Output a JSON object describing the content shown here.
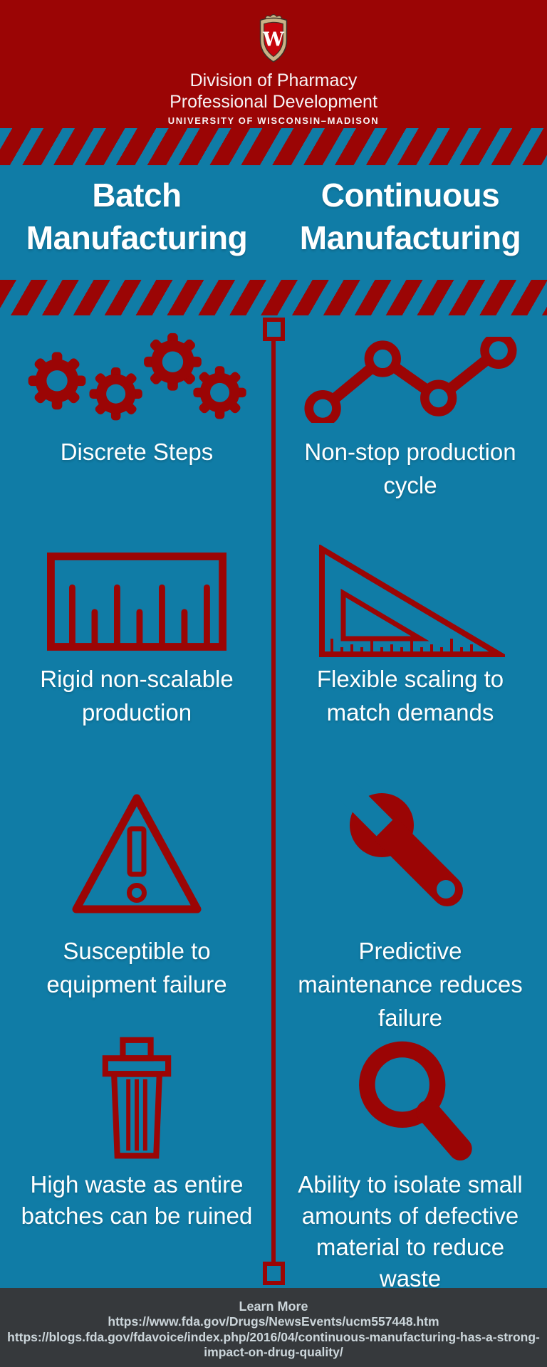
{
  "header": {
    "org_line1": "Division of Pharmacy",
    "org_line2": "Professional Development",
    "org_line3": "UNIVERSITY OF WISCONSIN–MADISON"
  },
  "columns": {
    "left": {
      "title": "Batch\nManufacturing"
    },
    "right": {
      "title": "Continuous\nManufacturing"
    }
  },
  "rows": [
    {
      "left": {
        "icon": "gears-icon",
        "text": "Discrete Steps"
      },
      "right": {
        "icon": "line-chart-icon",
        "text": "Non-stop production\ncycle"
      }
    },
    {
      "left": {
        "icon": "ruler-icon",
        "text": "Rigid non-scalable\nproduction"
      },
      "right": {
        "icon": "set-square-icon",
        "text": "Flexible scaling to\nmatch demands"
      }
    },
    {
      "left": {
        "icon": "warning-icon",
        "text": "Susceptible to\nequipment failure"
      },
      "right": {
        "icon": "wrench-icon",
        "text": "Predictive\nmaintenance reduces\nfailure"
      }
    },
    {
      "left": {
        "icon": "trash-icon",
        "text": "High waste as entire\nbatches can be ruined"
      },
      "right": {
        "icon": "magnifier-icon",
        "text": "Ability to isolate small\namounts of defective\nmaterial to reduce\nwaste"
      }
    }
  ],
  "footer": {
    "title": "Learn More",
    "links": [
      "https://www.fda.gov/Drugs/NewsEvents/ucm557448.htm",
      "https://blogs.fda.gov/fdavoice/index.php/2016/04/continuous-manufacturing-has-a-strong-impact-on-drug-quality/"
    ]
  },
  "colors": {
    "red": "#9b0505",
    "blue": "#107ca6",
    "footer-bg": "#36393c",
    "footer-text": "#ccd6db",
    "crest-gold": "#c9b287",
    "crest-red": "#c5050c"
  }
}
